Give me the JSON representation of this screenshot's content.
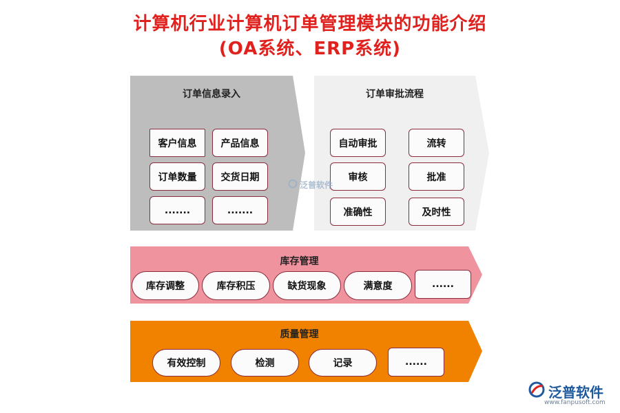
{
  "title": {
    "line1": "计算机行业计算机订单管理模块的功能介绍",
    "line2": "(OA系统、ERP系统)"
  },
  "order_entry": {
    "title": "订单信息录入",
    "items": [
      "客户信息",
      "产品信息",
      "订单数量",
      "交货日期",
      ".......",
      "......."
    ]
  },
  "order_approval": {
    "title": "订单审批流程",
    "items": [
      "自动审批",
      "流转",
      "审核",
      "批准",
      "准确性",
      "及时性"
    ]
  },
  "inventory": {
    "title": "库存管理",
    "items": [
      "库存调整",
      "库存积压",
      "缺货现象",
      "满意度",
      "......"
    ]
  },
  "quality": {
    "title": "质量管理",
    "items": [
      "有效控制",
      "检测",
      "记录",
      "......"
    ]
  },
  "watermark": "泛普软件",
  "logo": {
    "name": "泛普软件",
    "url": "www.fanpusoft.com"
  },
  "colors": {
    "title": "#e0221f",
    "panel_gray": "#bdbdbd",
    "panel_light": "#f0f0f0",
    "band_pink": "#ef939e",
    "band_orange": "#f08200",
    "box_border": "#8b2a3a"
  }
}
